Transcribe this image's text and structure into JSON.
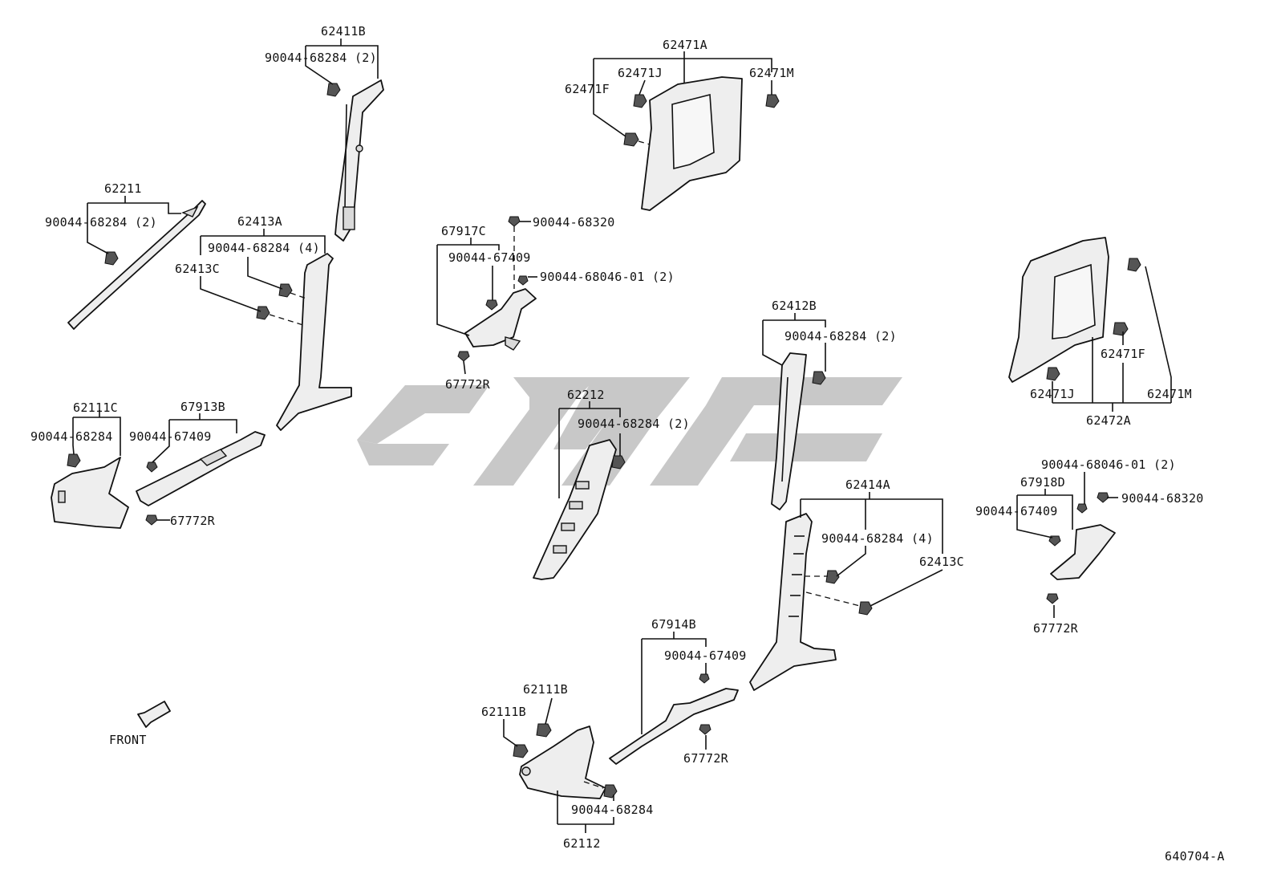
{
  "diagram": {
    "ref_code": "640704-A",
    "front_label": "FRONT",
    "labels": {
      "p62411B": "62411B",
      "p62411B_clip": "90044-68284 (2)",
      "p62211": "62211",
      "p62211_clip": "90044-68284 (2)",
      "p62413A": "62413A",
      "p62413A_clip": "90044-68284 (4)",
      "p62413C_left": "62413C",
      "p62111C": "62111C",
      "p62111C_clip": "90044-68284",
      "p67913B": "67913B",
      "p67913B_clip": "90044-67409",
      "p67772R_left": "67772R",
      "p62471A": "62471A",
      "p62471J_top": "62471J",
      "p62471M_top": "62471M",
      "p62471F_top": "62471F",
      "p67917C": "67917C",
      "p90044_68320_top": "90044-68320",
      "p67917C_clip": "90044-67409",
      "p90044_68046_top": "90044-68046-01 (2)",
      "p67772R_mid": "67772R",
      "p62212": "62212",
      "p62212_clip": "90044-68284 (2)",
      "p62412B": "62412B",
      "p62412B_clip": "90044-68284 (2)",
      "p62414A": "62414A",
      "p62414A_clip": "90044-68284 (4)",
      "p62413C_right": "62413C",
      "p67914B": "67914B",
      "p67914B_clip": "90044-67409",
      "p67772R_low": "67772R",
      "p62111B_a": "62111B",
      "p62111B_b": "62111B",
      "p62112_clip": "90044-68284",
      "p62112": "62112",
      "p62471F_right": "62471F",
      "p62471J_right": "62471J",
      "p62471M_right": "62471M",
      "p62472A": "62472A",
      "p90044_68046_right": "90044-68046-01 (2)",
      "p67918D": "67918D",
      "p67918D_clip": "90044-67409",
      "p90044_68320_right": "90044-68320",
      "p67772R_right": "67772R"
    }
  }
}
